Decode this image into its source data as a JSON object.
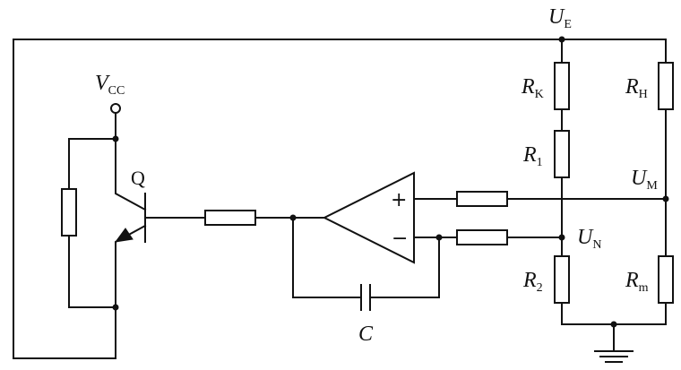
{
  "labels": {
    "ue": {
      "main": "U",
      "sub": "E"
    },
    "vcc": {
      "main": "V",
      "sub": "CC"
    },
    "q": "Q",
    "rk": {
      "main": "R",
      "sub": "K"
    },
    "r1": {
      "main": "R",
      "sub": "1"
    },
    "r2": {
      "main": "R",
      "sub": "2"
    },
    "rh": {
      "main": "R",
      "sub": "H"
    },
    "rm": {
      "main": "R",
      "sub": "m"
    },
    "um": {
      "main": "U",
      "sub": "M"
    },
    "un": {
      "main": "U",
      "sub": "N"
    },
    "c": "C",
    "plus": "+",
    "minus": "−"
  }
}
